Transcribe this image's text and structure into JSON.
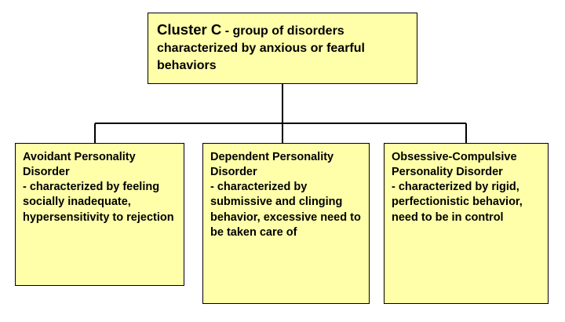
{
  "diagram": {
    "type": "hierarchy-tree",
    "colors": {
      "node_fill": "#ffffaa",
      "node_border": "#000000",
      "connector": "#000000",
      "background": "#ffffff",
      "text": "#000000"
    },
    "root": {
      "title": "Cluster C",
      "description": "- group of disorders characterized by anxious or fearful behaviors"
    },
    "children": [
      {
        "title": "Avoidant Personality Disorder",
        "description": "- characterized by feeling socially inadequate, hypersensitivity to rejection"
      },
      {
        "title": "Dependent Personality Disorder",
        "description": "- characterized by submissive and clinging behavior, excessive need to be taken care of"
      },
      {
        "title": "Obsessive-Compulsive Personality Disorder",
        "description": "- characterized by rigid, perfectionistic behavior, need to be in control"
      }
    ]
  }
}
